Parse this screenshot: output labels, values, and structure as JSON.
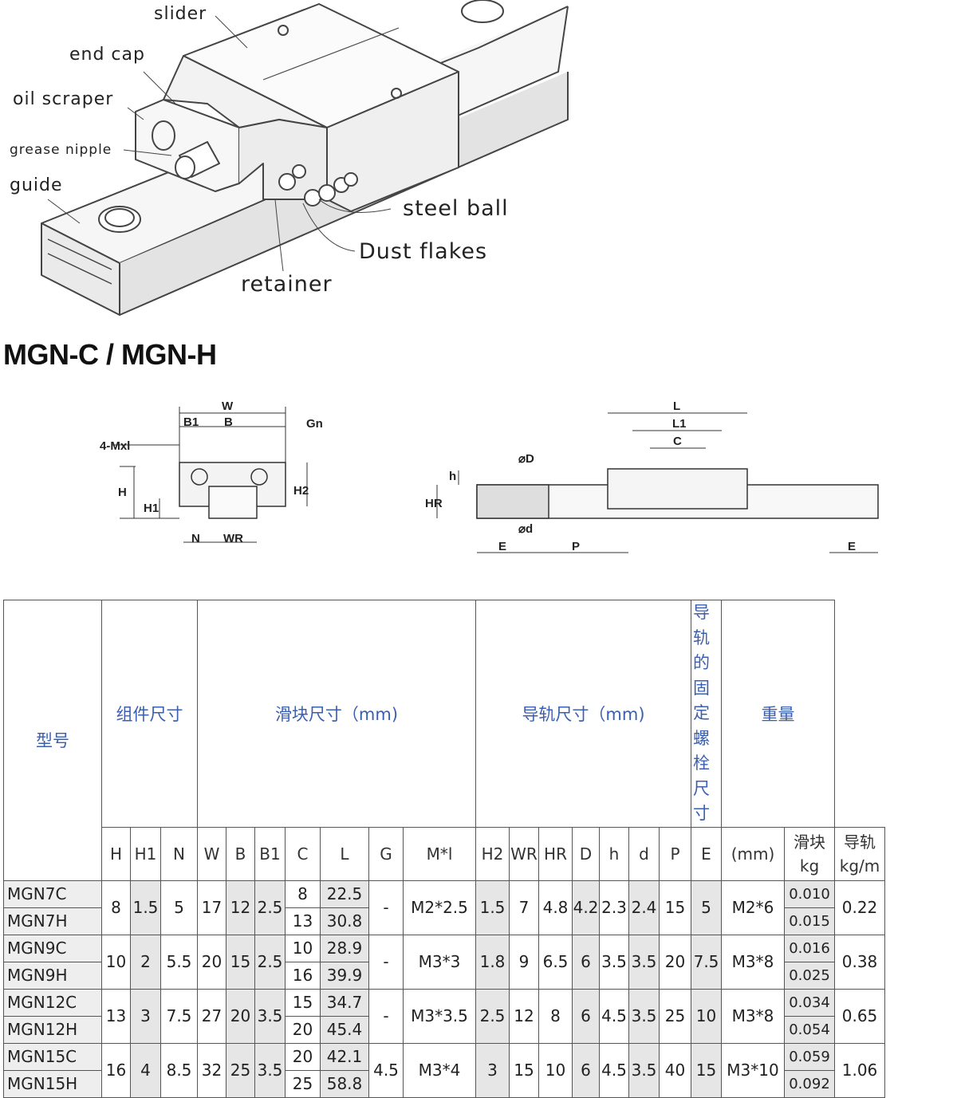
{
  "illustration": {
    "labels": {
      "slider": "slider",
      "end_cap": "end cap",
      "oil_scraper": "oil scraper",
      "grease_nipple": "grease nipple",
      "guide": "guide",
      "steel_ball": "steel ball",
      "dust_flakes": "Dust flakes",
      "retainer": "retainer"
    }
  },
  "section_title": "MGN-C / MGN-H",
  "drawing_labels": {
    "W": "W",
    "B1": "B1",
    "B": "B",
    "Gn": "Gn",
    "MxL": "4-Mxl",
    "H": "H",
    "H1": "H1",
    "H2": "H2",
    "N": "N",
    "WR": "WR",
    "L": "L",
    "L1": "L1",
    "C": "C",
    "phiD": "⌀D",
    "h": "h",
    "HR": "HR",
    "phid": "⌀d",
    "E": "E",
    "P": "P",
    "E2": "E"
  },
  "table": {
    "group_headers": {
      "model": "型号",
      "assembly": "组件尺寸",
      "block": "滑块尺寸（mm)",
      "rail": "导轨尺寸（mm)",
      "bolt": "导轨的固定螺栓尺寸",
      "weight": "重量"
    },
    "columns": [
      "H",
      "H1",
      "N",
      "W",
      "B",
      "B1",
      "C",
      "L",
      "G",
      "M*l",
      "H2",
      "WR",
      "HR",
      "D",
      "h",
      "d",
      "P",
      "E",
      "(mm)"
    ],
    "weight_cols": {
      "block": "滑块",
      "block_unit": "kg",
      "rail": "导轨",
      "rail_unit": "kg/m"
    },
    "rows": [
      {
        "c_model": "MGN7C",
        "h_model": "MGN7H",
        "H": "8",
        "H1": "1.5",
        "N": "5",
        "W": "17",
        "B": "12",
        "B1": "2.5",
        "C_c": "8",
        "C_h": "13",
        "L_c": "22.5",
        "L_h": "30.8",
        "G": "-",
        "Ml": "M2*2.5",
        "H2": "1.5",
        "WR": "7",
        "HR": "4.8",
        "D": "4.2",
        "h": "2.3",
        "d": "2.4",
        "P": "15",
        "E": "5",
        "bolt": "M2*6",
        "kg_c": "0.010",
        "kg_h": "0.015",
        "kgm": "0.22"
      },
      {
        "c_model": "MGN9C",
        "h_model": "MGN9H",
        "H": "10",
        "H1": "2",
        "N": "5.5",
        "W": "20",
        "B": "15",
        "B1": "2.5",
        "C_c": "10",
        "C_h": "16",
        "L_c": "28.9",
        "L_h": "39.9",
        "G": "-",
        "Ml": "M3*3",
        "H2": "1.8",
        "WR": "9",
        "HR": "6.5",
        "D": "6",
        "h": "3.5",
        "d": "3.5",
        "P": "20",
        "E": "7.5",
        "bolt": "M3*8",
        "kg_c": "0.016",
        "kg_h": "0.025",
        "kgm": "0.38"
      },
      {
        "c_model": "MGN12C",
        "h_model": "MGN12H",
        "H": "13",
        "H1": "3",
        "N": "7.5",
        "W": "27",
        "B": "20",
        "B1": "3.5",
        "C_c": "15",
        "C_h": "20",
        "L_c": "34.7",
        "L_h": "45.4",
        "G": "-",
        "Ml": "M3*3.5",
        "H2": "2.5",
        "WR": "12",
        "HR": "8",
        "D": "6",
        "h": "4.5",
        "d": "3.5",
        "P": "25",
        "E": "10",
        "bolt": "M3*8",
        "kg_c": "0.034",
        "kg_h": "0.054",
        "kgm": "0.65"
      },
      {
        "c_model": "MGN15C",
        "h_model": "MGN15H",
        "H": "16",
        "H1": "4",
        "N": "8.5",
        "W": "32",
        "B": "25",
        "B1": "3.5",
        "C_c": "20",
        "C_h": "25",
        "L_c": "42.1",
        "L_h": "58.8",
        "G": "4.5",
        "Ml": "M3*4",
        "H2": "3",
        "WR": "15",
        "HR": "10",
        "D": "6",
        "h": "4.5",
        "d": "3.5",
        "P": "40",
        "E": "15",
        "bolt": "M3*10",
        "kg_c": "0.059",
        "kg_h": "0.092",
        "kgm": "1.06"
      }
    ]
  }
}
